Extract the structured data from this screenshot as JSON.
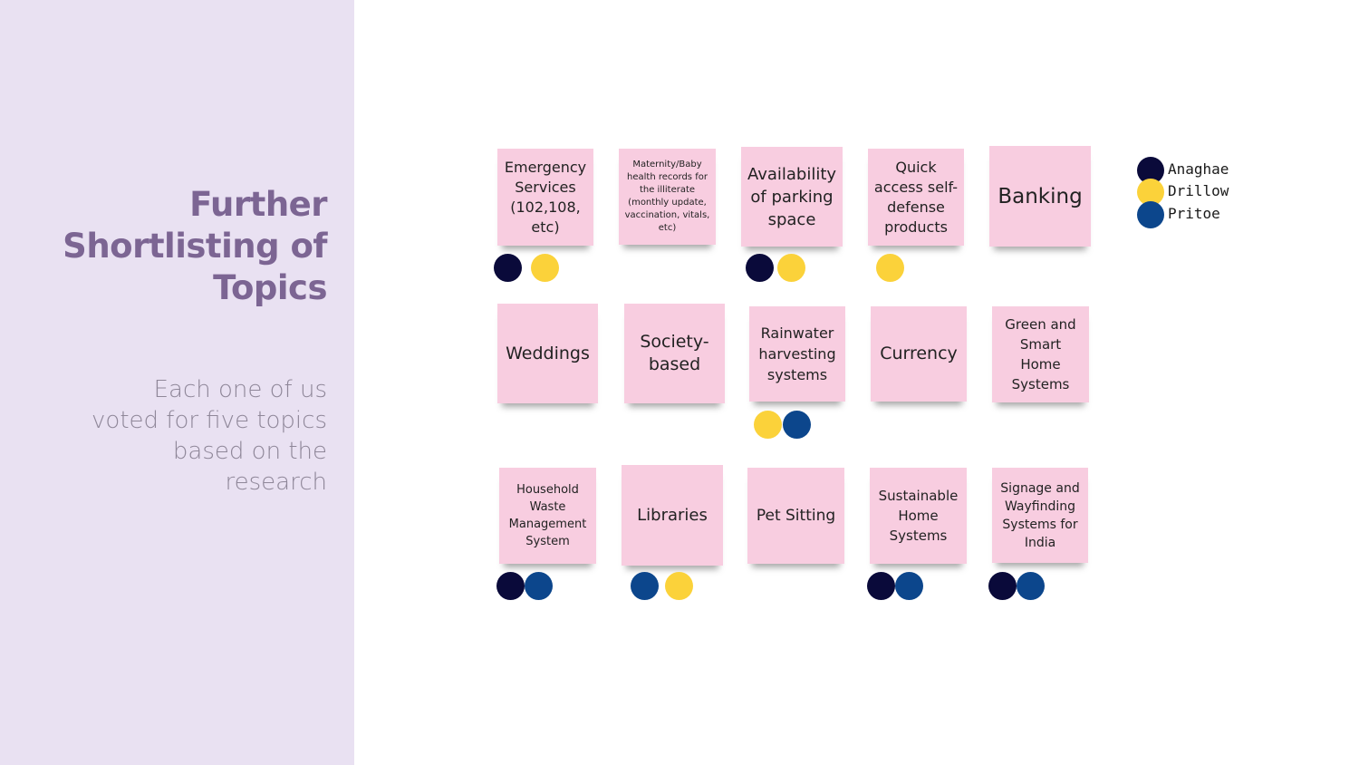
{
  "panel": {
    "title": "Further Shortlisting of Topics",
    "subtitle": "Each one of us voted for five topics based on the research"
  },
  "colors": {
    "panel_bg": "#e9e1f2",
    "title": "#7c6593",
    "note": "#f8cde0",
    "anaghae": "#0a0a3a",
    "drillow": "#fbd23a",
    "pritoe": "#0c468c"
  },
  "legend": [
    {
      "name": "Anaghae",
      "color": "#0a0a3a"
    },
    {
      "name": "Drillow",
      "color": "#fbd23a"
    },
    {
      "name": "Pritoe",
      "color": "#0c468c"
    }
  ],
  "notes": [
    {
      "text": "Emergency Services (102,108, etc)",
      "votes": [
        "Anaghae",
        "Drillow"
      ]
    },
    {
      "text": "Maternity/Baby health records for the illiterate (monthly update, vaccination, vitals, etc)",
      "votes": []
    },
    {
      "text": "Availability of parking space",
      "votes": [
        "Anaghae",
        "Drillow"
      ]
    },
    {
      "text": "Quick access self-defense products",
      "votes": [
        "Drillow"
      ]
    },
    {
      "text": "Banking",
      "votes": []
    },
    {
      "text": "Weddings",
      "votes": []
    },
    {
      "text": "Society-based",
      "votes": []
    },
    {
      "text": "Rainwater harvesting systems",
      "votes": [
        "Drillow",
        "Pritoe"
      ]
    },
    {
      "text": "Currency",
      "votes": []
    },
    {
      "text": "Green and Smart Home Systems",
      "votes": []
    },
    {
      "text": "Household Waste Management System",
      "votes": [
        "Anaghae",
        "Pritoe"
      ]
    },
    {
      "text": "Libraries",
      "votes": [
        "Pritoe",
        "Drillow"
      ]
    },
    {
      "text": "Pet Sitting",
      "votes": []
    },
    {
      "text": "Sustainable Home Systems",
      "votes": [
        "Anaghae",
        "Pritoe"
      ]
    },
    {
      "text": "Signage and Wayfinding Systems for India",
      "votes": [
        "Anaghae",
        "Pritoe"
      ]
    }
  ]
}
